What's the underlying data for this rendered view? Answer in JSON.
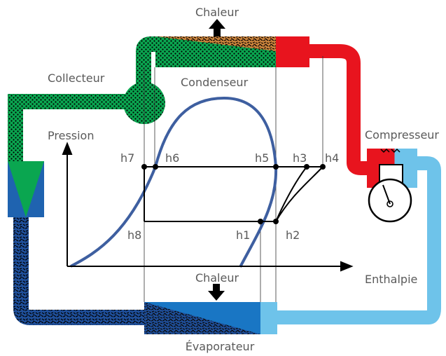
{
  "labels": {
    "heat_top": "Chaleur",
    "heat_bottom": "Chaleur",
    "collector": "Collecteur",
    "condenser": "Condenseur",
    "compressor": "Compresseur",
    "evaporator": "Évaporateur",
    "y_axis": "Pression",
    "x_axis": "Enthalpie"
  },
  "points": {
    "h1": "h1",
    "h2": "h2",
    "h3": "h3",
    "h4": "h4",
    "h5": "h5",
    "h6": "h6",
    "h7": "h7",
    "h8": "h8"
  },
  "colors": {
    "hot_red": "#e8141e",
    "liquid_green": "#0aa650",
    "low_blue": "#1f4f9a",
    "vapor_light_blue": "#6ec3ea",
    "curve_blue": "#3e5fa0",
    "condenser_brown": "#8a4a1c"
  }
}
